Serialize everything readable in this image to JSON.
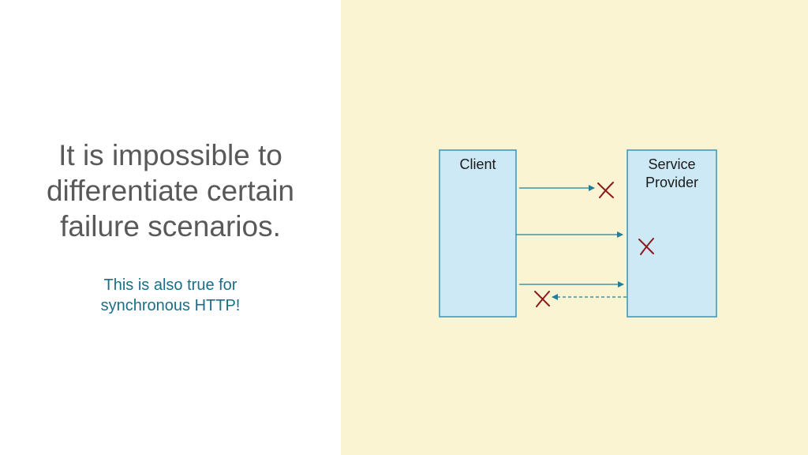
{
  "slide": {
    "headline_lines": [
      "It is impossible to",
      "differentiate certain",
      "failure scenarios."
    ],
    "subline_lines": [
      "This is also true for",
      "synchronous HTTP!"
    ]
  },
  "diagram": {
    "client_label": "Client",
    "provider_label_lines": [
      "Service",
      "Provider"
    ],
    "colors": {
      "box_fill": "#cce9f5",
      "box_stroke": "#3a93b8",
      "arrow": "#1f7f9c",
      "failure_mark": "#8b1a1a"
    },
    "arrows": [
      {
        "direction": "request",
        "style": "solid",
        "failure": "lost-in-transit"
      },
      {
        "direction": "request",
        "style": "solid",
        "failure": "provider-crash"
      },
      {
        "direction": "request",
        "style": "solid",
        "failure": "none"
      },
      {
        "direction": "response",
        "style": "dashed",
        "failure": "response-lost"
      }
    ]
  }
}
